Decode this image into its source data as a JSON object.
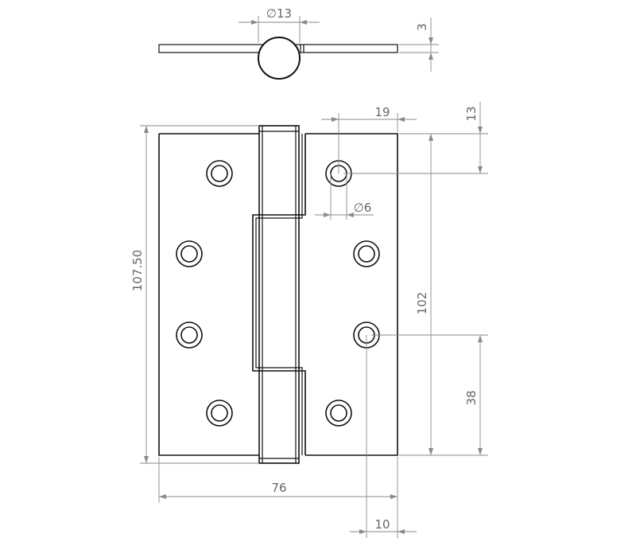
{
  "drawing": {
    "dimensions": {
      "pin_diameter": "∅13",
      "leaf_thickness": "3",
      "hole_edge_offset": "19",
      "hole_top_offset": "13",
      "hole_diameter": "∅6",
      "overall_height": "107.50",
      "hole_span": "102",
      "hole_spacing": "38",
      "leaf_width": "76",
      "hole_centre_offset": "10"
    },
    "holes_per_leaf": 4,
    "line_color": "#111111",
    "dimension_color": "#8a8a8a"
  }
}
